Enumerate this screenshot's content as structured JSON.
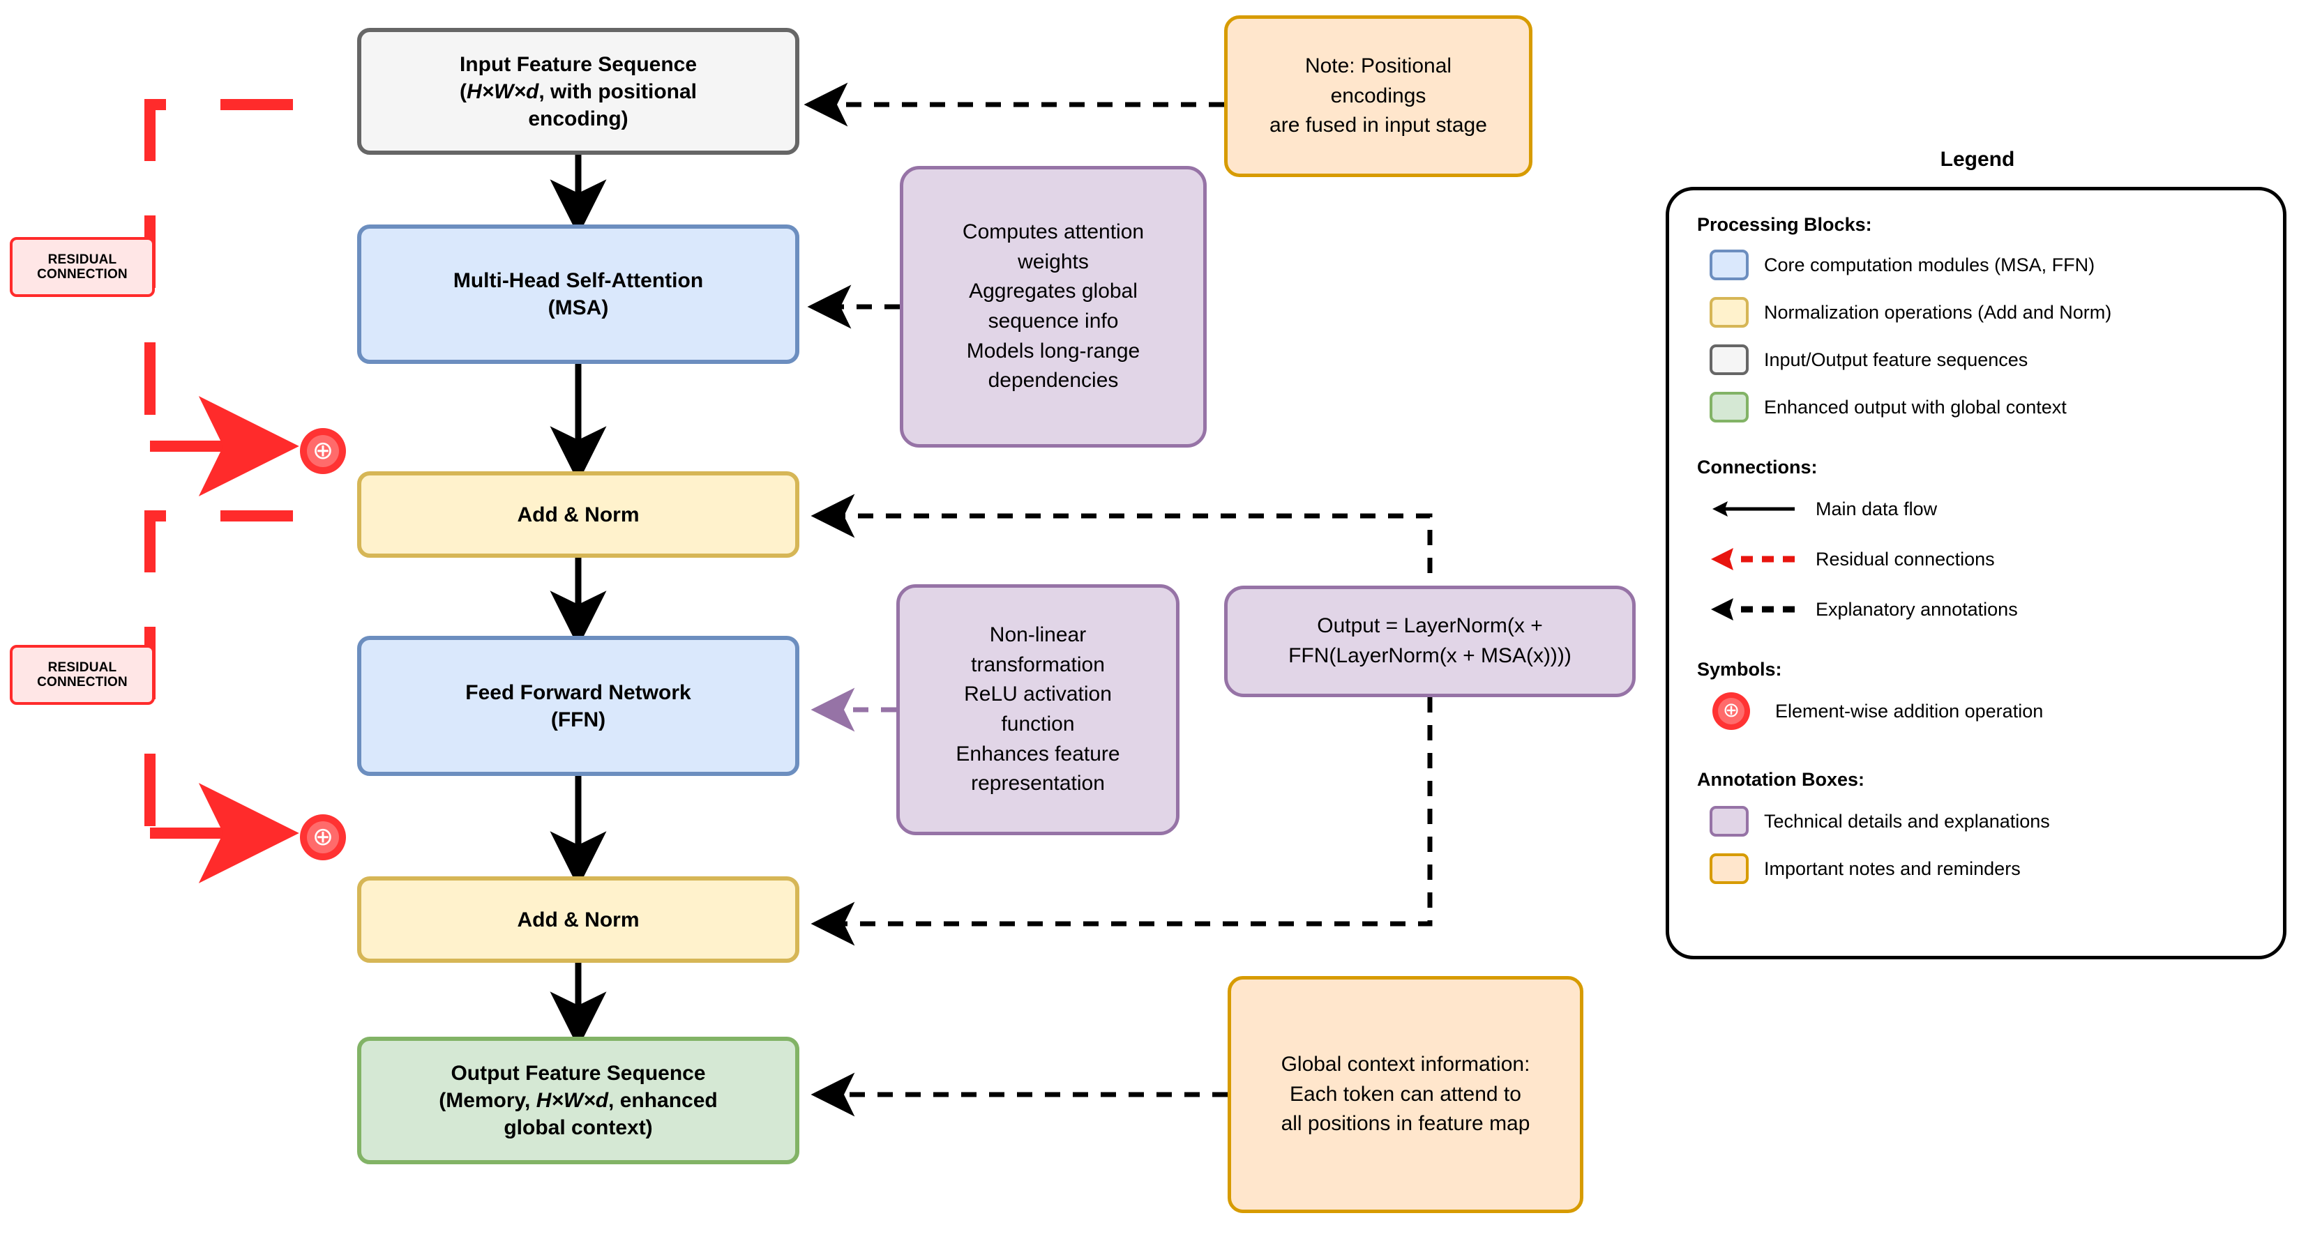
{
  "flow": {
    "input_block": {
      "line1": "Input Feature Sequence",
      "line2_pre": "(",
      "line2_em": "H×W×d",
      "line2_post": ", with positional",
      "line3": "encoding)"
    },
    "msa_block": {
      "line1": "Multi-Head Self-Attention",
      "line2": "(MSA)"
    },
    "addnorm_1": {
      "label": "Add & Norm"
    },
    "ffn_block": {
      "line1": "Feed Forward Network",
      "line2": "(FFN)"
    },
    "addnorm_2": {
      "label": "Add & Norm"
    },
    "output_block": {
      "line1": "Output Feature Sequence",
      "line2_pre": "(Memory, ",
      "line2_em": "H×W×d",
      "line2_post": ", enhanced",
      "line3": "global context)"
    }
  },
  "residual_labels": {
    "line1": "RESIDUAL",
    "line2": "CONNECTION"
  },
  "symbols": {
    "plus_glyph": "⊕"
  },
  "annotations": {
    "note_positional": {
      "line1": "Note: Positional",
      "line2": "encodings",
      "line3": "are fused in input stage"
    },
    "msa_detail": {
      "line1": "Computes attention",
      "line2": "weights",
      "line3": "Aggregates global",
      "line4": "sequence info",
      "line5": "Models long-range",
      "line6": "dependencies"
    },
    "ffn_detail": {
      "line1": "Non-linear",
      "line2": "transformation",
      "line3": "ReLU activation",
      "line4": "function",
      "line5": "Enhances feature",
      "line6": "representation"
    },
    "formula": {
      "line1": "Output = LayerNorm(x +",
      "line2": "FFN(LayerNorm(x + MSA(x))))"
    },
    "global_context": {
      "line1": "Global context information:",
      "line2": "Each token can attend to",
      "line3": "all positions in feature map"
    }
  },
  "legend": {
    "title": "Legend",
    "sections": [
      {
        "heading": "Processing Blocks:",
        "items": [
          {
            "swatch": "blue",
            "label": "Core computation modules (MSA, FFN)"
          },
          {
            "swatch": "yellow",
            "label": "Normalization operations (Add and Norm)"
          },
          {
            "swatch": "gray",
            "label": "Input/Output feature sequences"
          },
          {
            "swatch": "green",
            "label": "Enhanced output with global context"
          }
        ]
      },
      {
        "heading": "Connections:",
        "items": [
          {
            "icon": "solid-arrow-black",
            "label": "Main data flow"
          },
          {
            "icon": "dashed-arrow-red",
            "label": "Residual connections"
          },
          {
            "icon": "dashed-arrow-black",
            "label": "Explanatory annotations"
          }
        ]
      },
      {
        "heading": "Symbols:",
        "items": [
          {
            "icon": "plus-circle",
            "label": "Element-wise addition operation"
          }
        ]
      },
      {
        "heading": "Annotation Boxes:",
        "items": [
          {
            "swatch": "purple",
            "label": "Technical details and explanations"
          },
          {
            "swatch": "orange",
            "label": "Important notes and reminders"
          }
        ]
      }
    ]
  },
  "colors": {
    "blue_fill": "#dae8fc",
    "blue_stroke": "#6c8ebf",
    "yellow_fill": "#fff2cc",
    "yellow_stroke": "#d6b656",
    "gray_fill": "#f5f5f5",
    "gray_stroke": "#666666",
    "green_fill": "#d5e8d4",
    "green_stroke": "#82b366",
    "purple_fill": "#e1d5e7",
    "purple_stroke": "#9673a6",
    "orange_fill": "#ffe6cc",
    "orange_stroke": "#d79b00",
    "residual_red": "#ff2b2b",
    "flow_black": "#000000"
  }
}
